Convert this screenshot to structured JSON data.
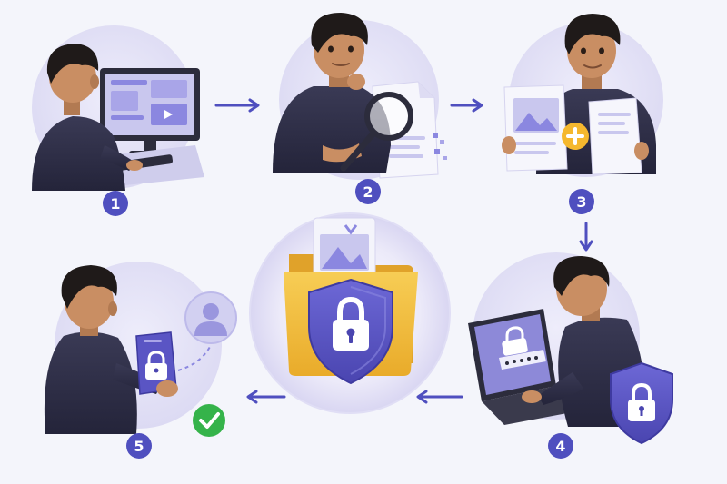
{
  "colors": {
    "background": "#f4f5fb",
    "accent": "#4f4fbf",
    "accent_light": "#8b87e0",
    "circle_bg": "#e2e1f6",
    "shirt": "#2f2f45",
    "skin": "#c98e63",
    "hair": "#1f1a19",
    "folder": "#f2be3c",
    "shield": "#5a55c4",
    "success": "#35b34a",
    "add": "#f5b82e"
  },
  "steps": [
    {
      "number": "1",
      "scene": "browsing-computer"
    },
    {
      "number": "2",
      "scene": "inspecting-document"
    },
    {
      "number": "3",
      "scene": "adding-document"
    },
    {
      "number": "4",
      "scene": "entering-password"
    },
    {
      "number": "5",
      "scene": "sharing-securely"
    }
  ],
  "center": {
    "scene": "protected-folder"
  },
  "icons": [
    "magnifier-icon",
    "plus-icon",
    "lock-icon",
    "shield-icon",
    "check-icon",
    "user-icon",
    "arrow-icon"
  ]
}
